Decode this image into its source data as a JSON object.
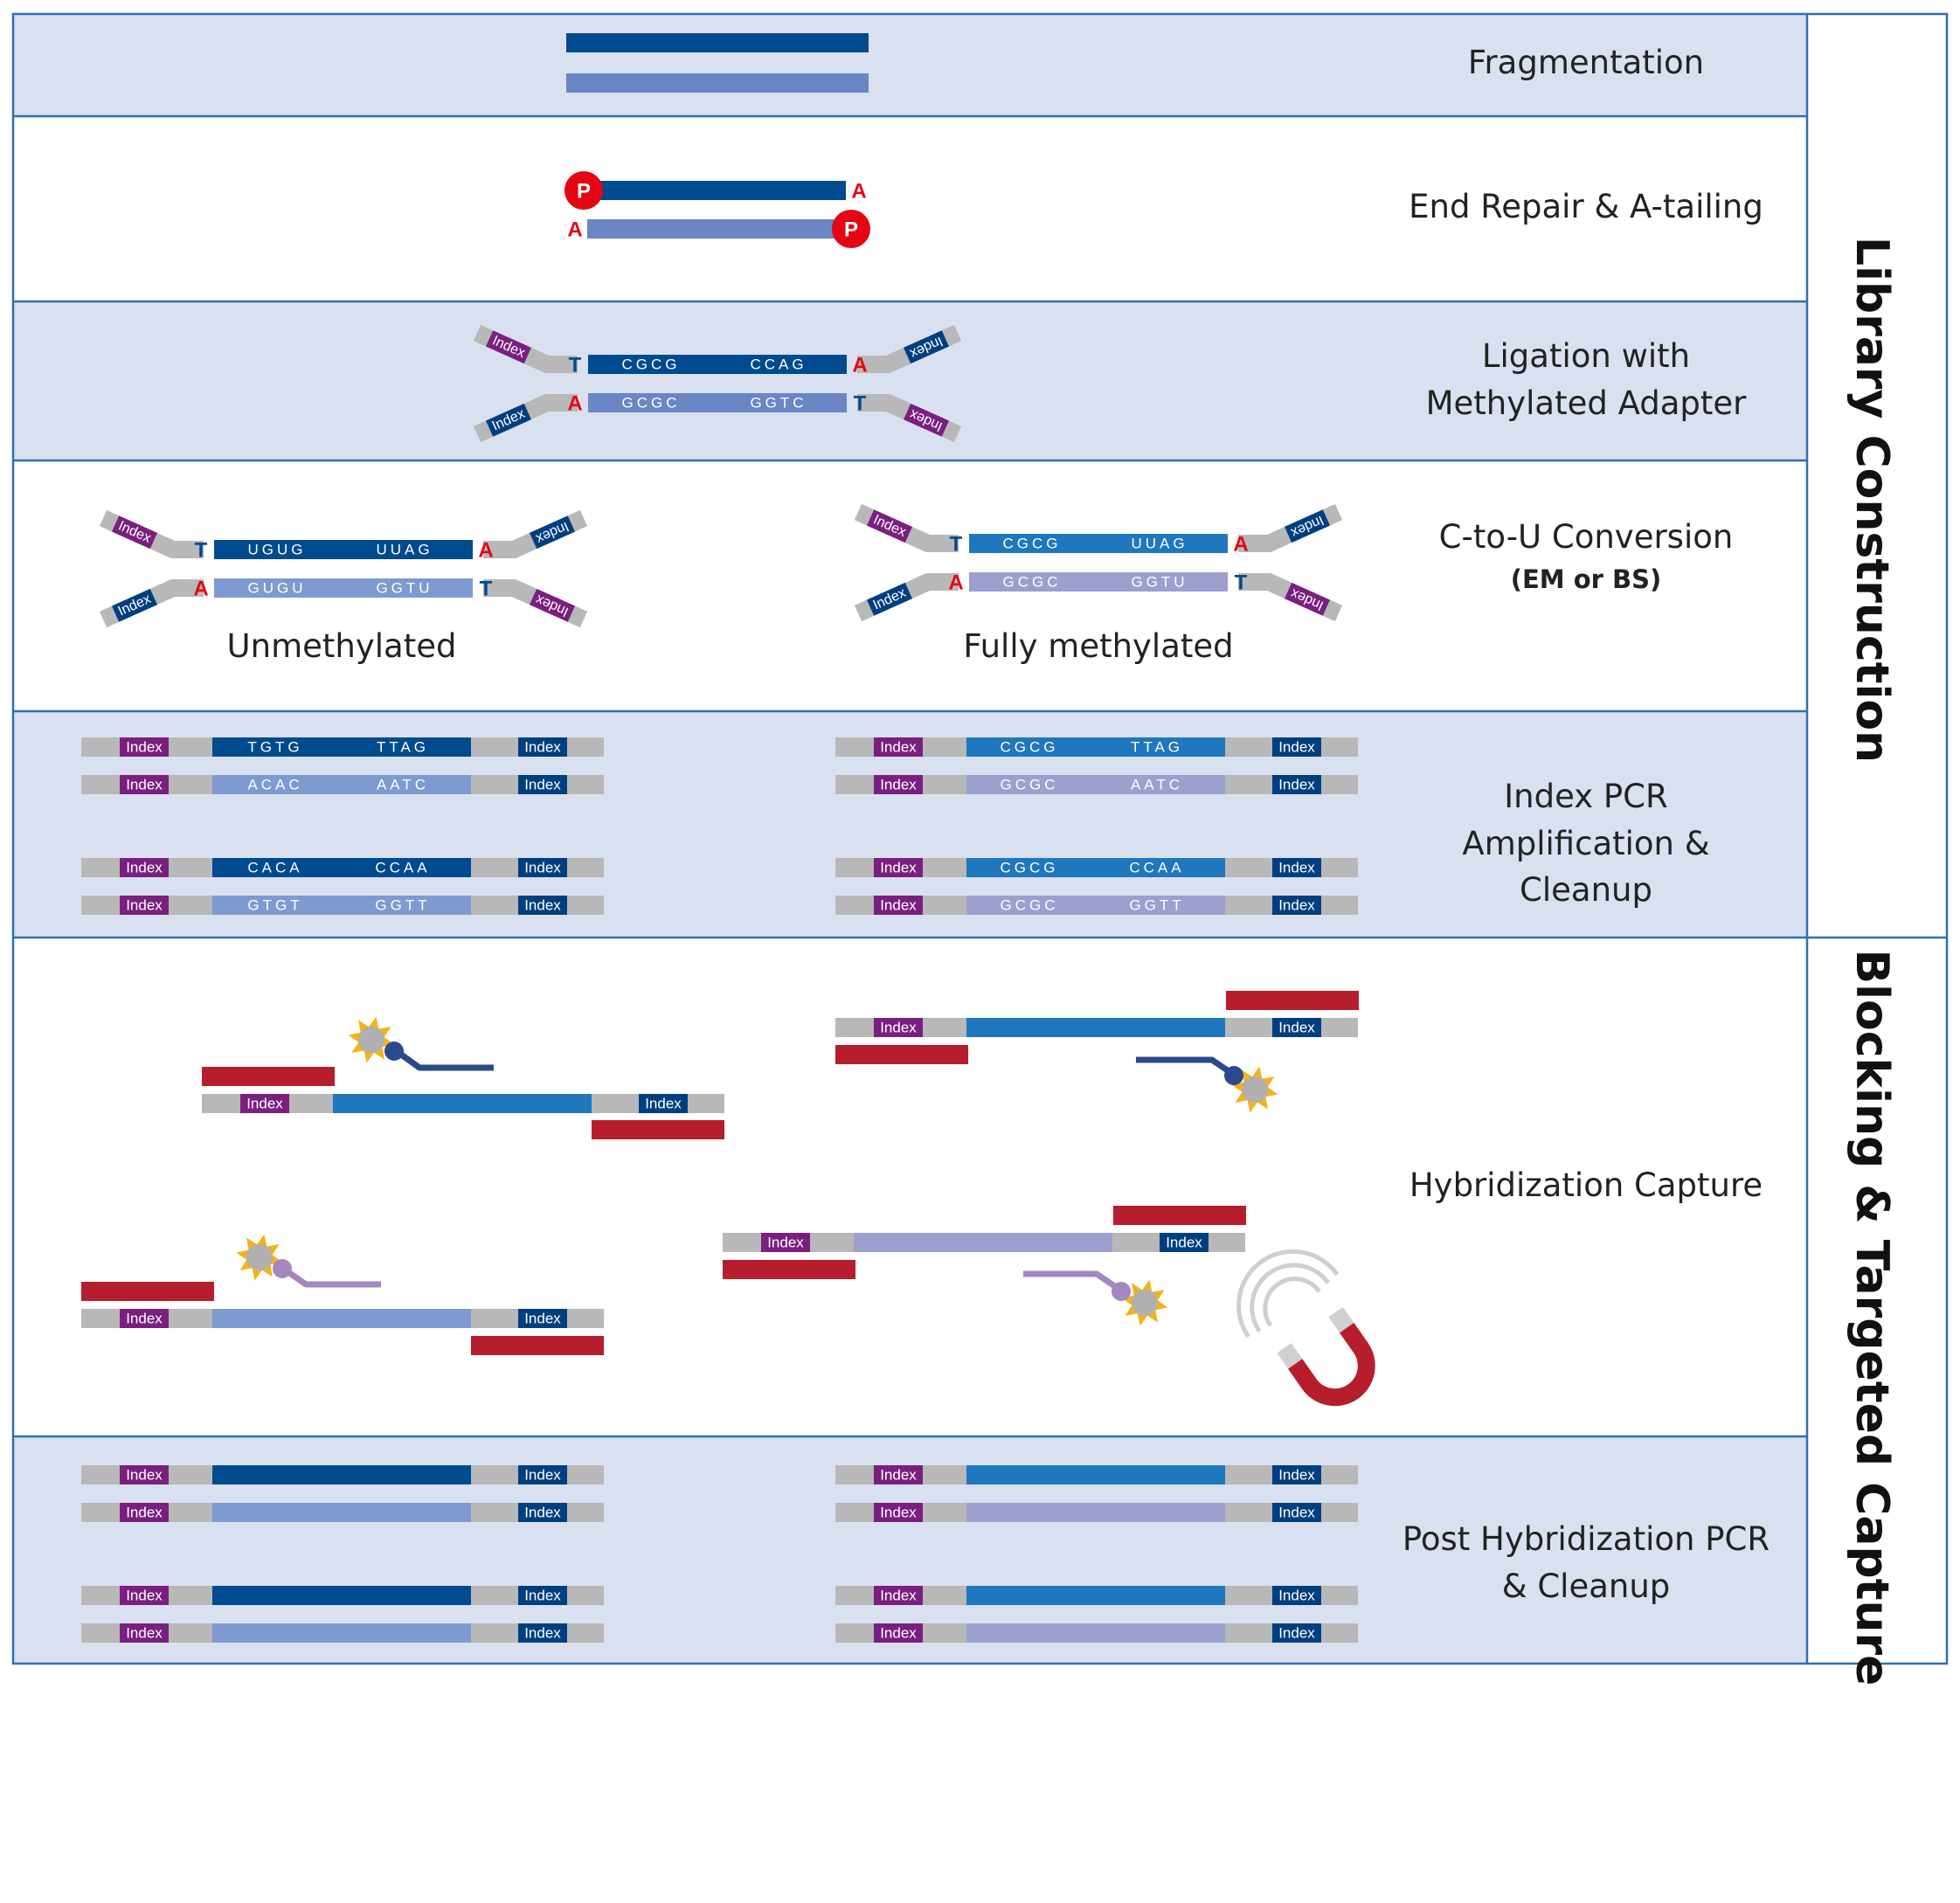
{
  "rows": {
    "fragmentation": "Fragmentation",
    "end_repair": "End Repair & A-tailing",
    "ligation": "Ligation with Methylated Adapter",
    "conversion": "C-to-U Conversion",
    "conversion_sub": "(EM or BS)",
    "index_pcr": "Index PCR Amplification & Cleanup",
    "hybridization": "Hybridization Capture",
    "post_pcr": "Post Hybridization PCR & Cleanup"
  },
  "sections": {
    "library": "Library Construction",
    "blocking": "Blocking & Targeted Capture"
  },
  "captions": {
    "unmethylated": "Unmethylated",
    "fully_methylated": "Fully methylated"
  },
  "labels": {
    "index": "Index",
    "P": "P",
    "A": "A",
    "T": "T"
  },
  "ligation_seq": {
    "top": [
      "CGCG",
      "CCAG"
    ],
    "bottom": [
      "GCGC",
      "GGTC"
    ]
  },
  "conversion_seq": {
    "unmethylated": {
      "top": [
        "UGUG",
        "UUAG"
      ],
      "bottom": [
        "GUGU",
        "GGTU"
      ]
    },
    "methylated": {
      "top": [
        "CGCG",
        "UUAG"
      ],
      "bottom": [
        "GCGC",
        "GGTU"
      ]
    }
  },
  "pcr_seq": {
    "left": [
      [
        "TGTG",
        "TTAG"
      ],
      [
        "ACAC",
        "AATC"
      ],
      [
        "CACA",
        "CCAA"
      ],
      [
        "GTGT",
        "GGTT"
      ]
    ],
    "right": [
      [
        "CGCG",
        "TTAG"
      ],
      [
        "GCGC",
        "AATC"
      ],
      [
        "CGCG",
        "CCAA"
      ],
      [
        "GCGC",
        "GGTT"
      ]
    ]
  },
  "colors": {
    "band": "#d9e1f1",
    "border": "#2f6fb5",
    "dark_blue": "#004a8f",
    "light_blue": "#6a86c4",
    "mid_blue": "#1f77bd",
    "lavender": "#9d9fcf",
    "periwinkle": "#7f9ad0",
    "purple": "#7a1f7f",
    "navy_tag": "#003f7f",
    "grey": "#b8b8b8",
    "red": "#e30613",
    "blocker_red": "#b61e2e",
    "probe_dark": "#2b4a8c",
    "probe_light": "#a487c0",
    "bead": "#b0b0b0",
    "burst": "#f6b21b"
  }
}
